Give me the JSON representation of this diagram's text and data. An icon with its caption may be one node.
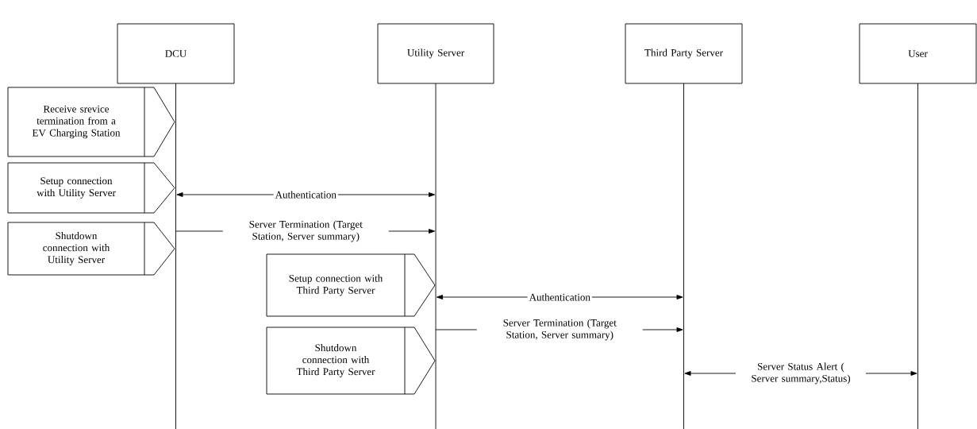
{
  "diagram": {
    "nodes": [
      {
        "text": [
          "DCU"
        ]
      },
      {
        "text": [
          "Utility Server"
        ]
      },
      {
        "text": [
          "Third Party Server"
        ]
      },
      {
        "text": [
          "User"
        ]
      },
      {
        "text": [
          "Receive srevice termination from a EV Charging Station"
        ]
      },
      {
        "text": [
          "Setup connection with Utility Server"
        ]
      },
      {
        "text": [
          "Shutdown connection with Utility Server"
        ]
      },
      {
        "text": [
          "Setup connection with Third Party Server"
        ]
      },
      {
        "text": [
          "Shutdown connection with Third Party Server"
        ]
      }
    ],
    "edges": [
      {
        "from": 0,
        "to": 1,
        "arrow": "both",
        "label": "Authentication"
      },
      {
        "from": 0,
        "to": 1,
        "arrow": "to",
        "label": "Server Termination (Target Station, Server summary)"
      },
      {
        "from": 1,
        "to": 2,
        "arrow": "both",
        "label": "Authentication"
      },
      {
        "from": 1,
        "to": 2,
        "arrow": "to",
        "label": "Server Termination (Target Station, Server summary)"
      },
      {
        "from": 2,
        "to": 3,
        "arrow": "both",
        "label": "Server Status Alert ( Server summary,Status)"
      }
    ]
  }
}
